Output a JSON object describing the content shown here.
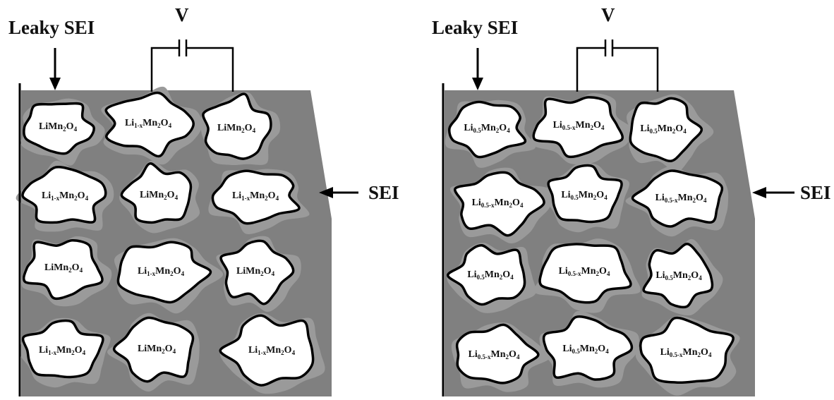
{
  "left_panel": {
    "leaky_label": "Leaky SEI",
    "voltage_label": "V",
    "particles": [
      [
        "LiMn2O4",
        "Li1-xMn2O4",
        "LiMn2O4"
      ],
      [
        "Li1-xMn2O4",
        "LiMn2O4",
        "Li1-xMn2O4"
      ],
      [
        "LiMn2O4",
        "Li1-xMn2O4",
        "LiMn2O4"
      ],
      [
        "Li1-xMn2O4",
        "LiMn2O4",
        "Li1-xMn2O4"
      ]
    ]
  },
  "right_panel": {
    "leaky_label": "Leaky SEI",
    "voltage_label": "V",
    "sei_label": "SEI",
    "particles": [
      [
        "Li0.5Mn2O4",
        "Li0.5-xMn2O4",
        "Li0.5Mn2O4"
      ],
      [
        "Li0.5-xMn2O4",
        "Li0.5Mn2O4",
        "Li0.5-xMn2O4"
      ],
      [
        "Li0.5Mn2O4",
        "Li0.5-xMn2O4",
        "Li0.5Mn2O4"
      ],
      [
        "Li0.5-xMn2O4",
        "Li0.5Mn2O4",
        "Li0.5-xMn2O4"
      ]
    ]
  },
  "middle_sei_label": "SEI",
  "colors": {
    "sei_fill": "#808080",
    "particle_fill": "#ffffff",
    "stroke": "#000000"
  }
}
